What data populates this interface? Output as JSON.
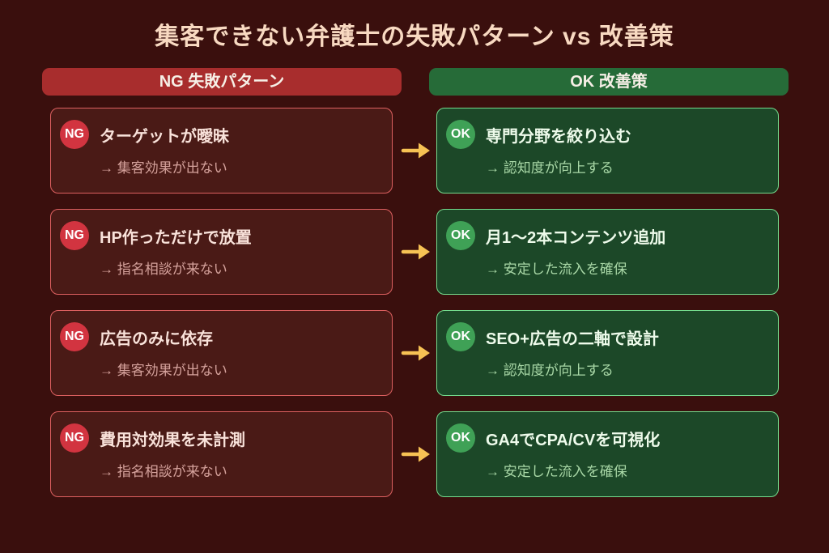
{
  "page": {
    "title": "集客できない弁護士の失敗パターン vs 改善策",
    "background_color": "#3a0f0d",
    "title_color": "#f8d9c1"
  },
  "columns": {
    "ng": {
      "header": "NG 失敗パターン",
      "header_bg": "#a82d2d",
      "card_bg": "#4a1a16",
      "border": "#dd6060",
      "badge_bg": "#d23440"
    },
    "ok": {
      "header": "OK 改善策",
      "header_bg": "#266b38",
      "card_bg": "#1c4828",
      "border": "#74dc8e",
      "badge_bg": "#3fa156"
    }
  },
  "arrow": {
    "icon": "right-arrow",
    "color": "#f7c254"
  },
  "rows": [
    {
      "ng": {
        "badge": "NG",
        "title": "ターゲットが曖昧",
        "subtitle": "→ 集客効果が出ない"
      },
      "ok": {
        "badge": "OK",
        "title": "専門分野を絞り込む",
        "subtitle": "→ 認知度が向上する"
      }
    },
    {
      "ng": {
        "badge": "NG",
        "title": "HP作っただけで放置",
        "subtitle": "→ 指名相談が来ない"
      },
      "ok": {
        "badge": "OK",
        "title": "月1〜2本コンテンツ追加",
        "subtitle": "→ 安定した流入を確保"
      }
    },
    {
      "ng": {
        "badge": "NG",
        "title": "広告のみに依存",
        "subtitle": "→ 集客効果が出ない"
      },
      "ok": {
        "badge": "OK",
        "title": "SEO+広告の二軸で設計",
        "subtitle": "→ 認知度が向上する"
      }
    },
    {
      "ng": {
        "badge": "NG",
        "title": "費用対効果を未計測",
        "subtitle": "→ 指名相談が来ない"
      },
      "ok": {
        "badge": "OK",
        "title": "GA4でCPA/CVを可視化",
        "subtitle": "→ 安定した流入を確保"
      }
    }
  ]
}
